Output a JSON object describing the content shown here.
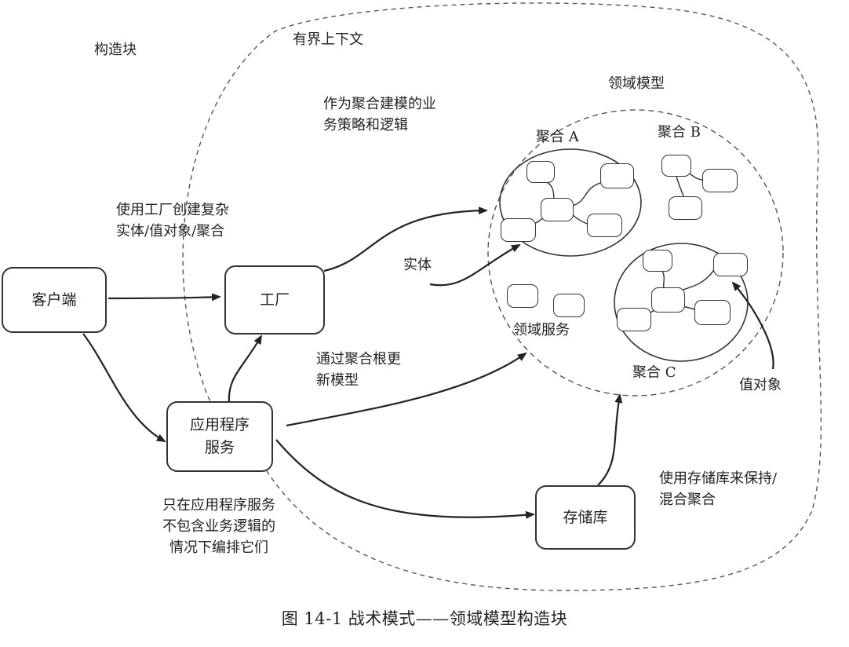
{
  "labels": {
    "building_blocks": "构造块",
    "bounded_context": "有界上下文",
    "domain_model": "领域模型",
    "aggregate_policy": "作为聚合建模的业\n务策略和逻辑",
    "factory_note": "使用工厂创建复杂\n实体/值对象/聚合",
    "entity": "实体",
    "domain_service": "领域服务",
    "aggregate_root_note": "通过聚合根更\n新模型",
    "value_object": "值对象",
    "repository_note": "使用存储库来保持/\n混合聚合",
    "app_service_note": "只在应用程序服务\n不包含业务逻辑的\n情况下编排它们",
    "aggregate_a": "聚合 A",
    "aggregate_b": "聚合 B",
    "aggregate_c": "聚合 C"
  },
  "nodes": {
    "client": "客户端",
    "factory": "工厂",
    "app_service": "应用程序\n服务",
    "repository": "存储库"
  },
  "caption": "图 14-1    战术模式——领域模型构造块"
}
